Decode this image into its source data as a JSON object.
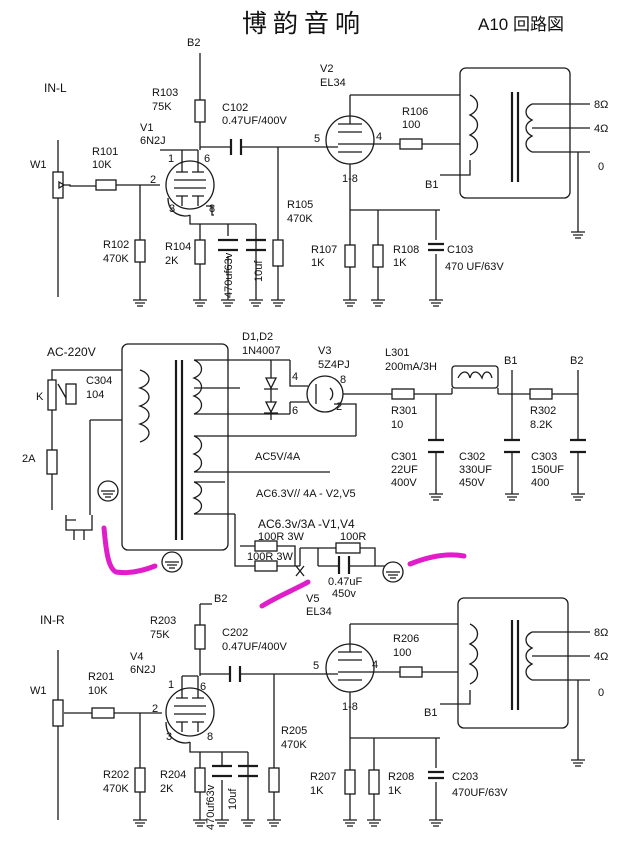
{
  "header": {
    "title": "博韵音响",
    "subtitle": "A10 回路図"
  },
  "top_channel": {
    "input": "IN-L",
    "w1": "W1",
    "r101": [
      "R101",
      "10K"
    ],
    "r102": [
      "R102",
      "470K"
    ],
    "r103": [
      "R103",
      "75K"
    ],
    "r104": [
      "R104",
      "2K"
    ],
    "v1": [
      "V1",
      "6N2J"
    ],
    "c102": [
      "C102",
      "0.47UF/400V"
    ],
    "r105": [
      "R105",
      "470K"
    ],
    "cap_a": "470uf63v",
    "cap_b": "10uf",
    "v2": [
      "V2",
      "EL34"
    ],
    "r106": [
      "R106",
      "100"
    ],
    "tube_pins": "1-8",
    "r107": [
      "R107",
      "1K"
    ],
    "r108": [
      "R108",
      "1K"
    ],
    "c103": [
      "C103",
      "470 UF/63V"
    ],
    "b1": "B1",
    "b2": "B2",
    "taps": [
      "8Ω",
      "4Ω",
      "0"
    ],
    "pins": [
      "1",
      "6",
      "2",
      "3",
      "8",
      "5",
      "4"
    ]
  },
  "power": {
    "ac_in": "AC-220V",
    "c304": [
      "C304",
      "104"
    ],
    "k": "K",
    "fuse": "2A",
    "d": [
      "D1,D2",
      "1N4007"
    ],
    "v3": [
      "V3",
      "5Z4PJ"
    ],
    "v3_pins": [
      "4",
      "6",
      "8",
      "2"
    ],
    "l301": [
      "L301",
      "200mA/3H"
    ],
    "r301": [
      "R301",
      "10"
    ],
    "r302": [
      "R302",
      "8.2K"
    ],
    "c301": [
      "C301",
      "22UF",
      "400V"
    ],
    "c302": [
      "C302",
      "330UF",
      "450V"
    ],
    "c303": [
      "C303",
      "150UF",
      "400"
    ],
    "b1": "B1",
    "b2": "B2",
    "ac5": "AC5V/4A",
    "ac63a": "AC6.3V// 4A - V2,V5",
    "ac63b": "AC6.3v/3A -V1,V4",
    "res_a": "100R 3W",
    "res_b": "100R 3W",
    "res_c": "100R",
    "cap_hum": [
      "0.47uF",
      "450v"
    ]
  },
  "bottom_channel": {
    "input": "IN-R",
    "w1": "W1",
    "r201": [
      "R201",
      "10K"
    ],
    "r202": [
      "R202",
      "470K"
    ],
    "r203": [
      "R203",
      "75K"
    ],
    "r204": [
      "R204",
      "2K"
    ],
    "v4": [
      "V4",
      "6N2J"
    ],
    "c202": [
      "C202",
      "0.47UF/400V"
    ],
    "r205": [
      "R205",
      "470K"
    ],
    "cap_a": "470uf63v",
    "cap_b": "10uf",
    "v5": [
      "V5",
      "EL34"
    ],
    "r206": [
      "R206",
      "100"
    ],
    "tube_pins": "1-8",
    "r207": [
      "R207",
      "1K"
    ],
    "r208": [
      "R208",
      "1K"
    ],
    "c203": [
      "C203",
      "470UF/63V"
    ],
    "b1": "B1",
    "b2": "B2",
    "taps": [
      "8Ω",
      "4Ω",
      "0"
    ],
    "pins": [
      "1",
      "6",
      "2",
      "3",
      "8",
      "5",
      "4"
    ]
  }
}
